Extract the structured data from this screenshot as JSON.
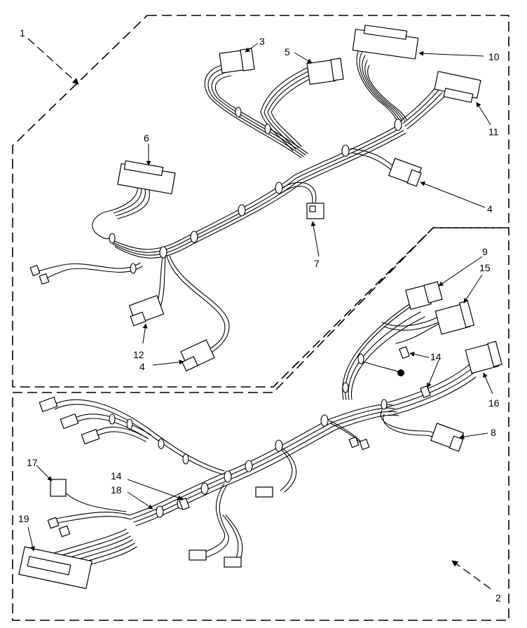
{
  "callouts": {
    "c1": "1",
    "c2": "2",
    "c3": "3",
    "c4a": "4",
    "c4b": "4",
    "c5": "5",
    "c6": "6",
    "c7": "7",
    "c8": "8",
    "c9": "9",
    "c10": "10",
    "c11": "11",
    "c12": "12",
    "c14a": "14",
    "c14b": "14",
    "c15": "15",
    "c16": "16",
    "c17": "17",
    "c18": "18",
    "c19": "19"
  }
}
